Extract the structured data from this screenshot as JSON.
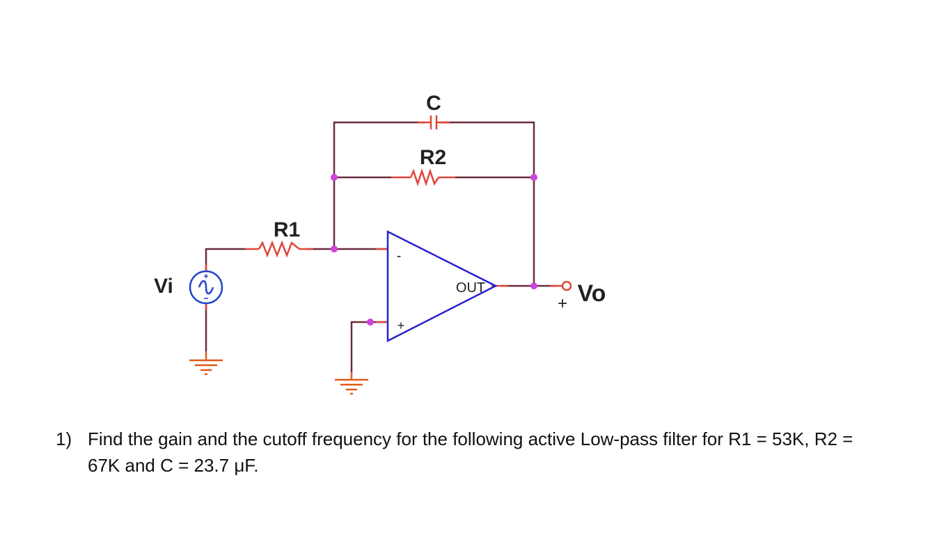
{
  "circuit": {
    "labels": {
      "c": "C",
      "r2": "R2",
      "r1": "R1",
      "vi": "Vi",
      "vo": "Vo",
      "out": "OUT",
      "minus": "-",
      "plus": "+",
      "vo_plus": "+"
    },
    "colors": {
      "wire": "#6b2c3b",
      "lead": "#e0463c",
      "node": "#cc44dd",
      "opamp": "#2222cc",
      "source": "#2244cc",
      "ground": "#e05a1a"
    }
  },
  "problem": {
    "number": "1)",
    "text": "Find the gain and the cutoff frequency for the following active Low-pass filter for R1 = 53K, R2 = 67K and C = 23.7 μF."
  }
}
